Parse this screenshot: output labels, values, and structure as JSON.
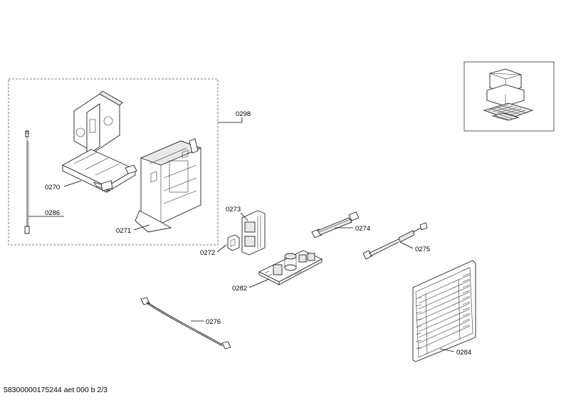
{
  "callouts": {
    "c0298": "0298",
    "c0270": "0270",
    "c0286": "0286",
    "c0271": "0271",
    "c0273": "0273",
    "c0272": "0272",
    "c0274": "0274",
    "c0275": "0275",
    "c0282": "0282",
    "c0276": "0276",
    "c0284": "0284"
  },
  "footer": {
    "document_id": "58300000175244 aet 000 b 2/3"
  }
}
